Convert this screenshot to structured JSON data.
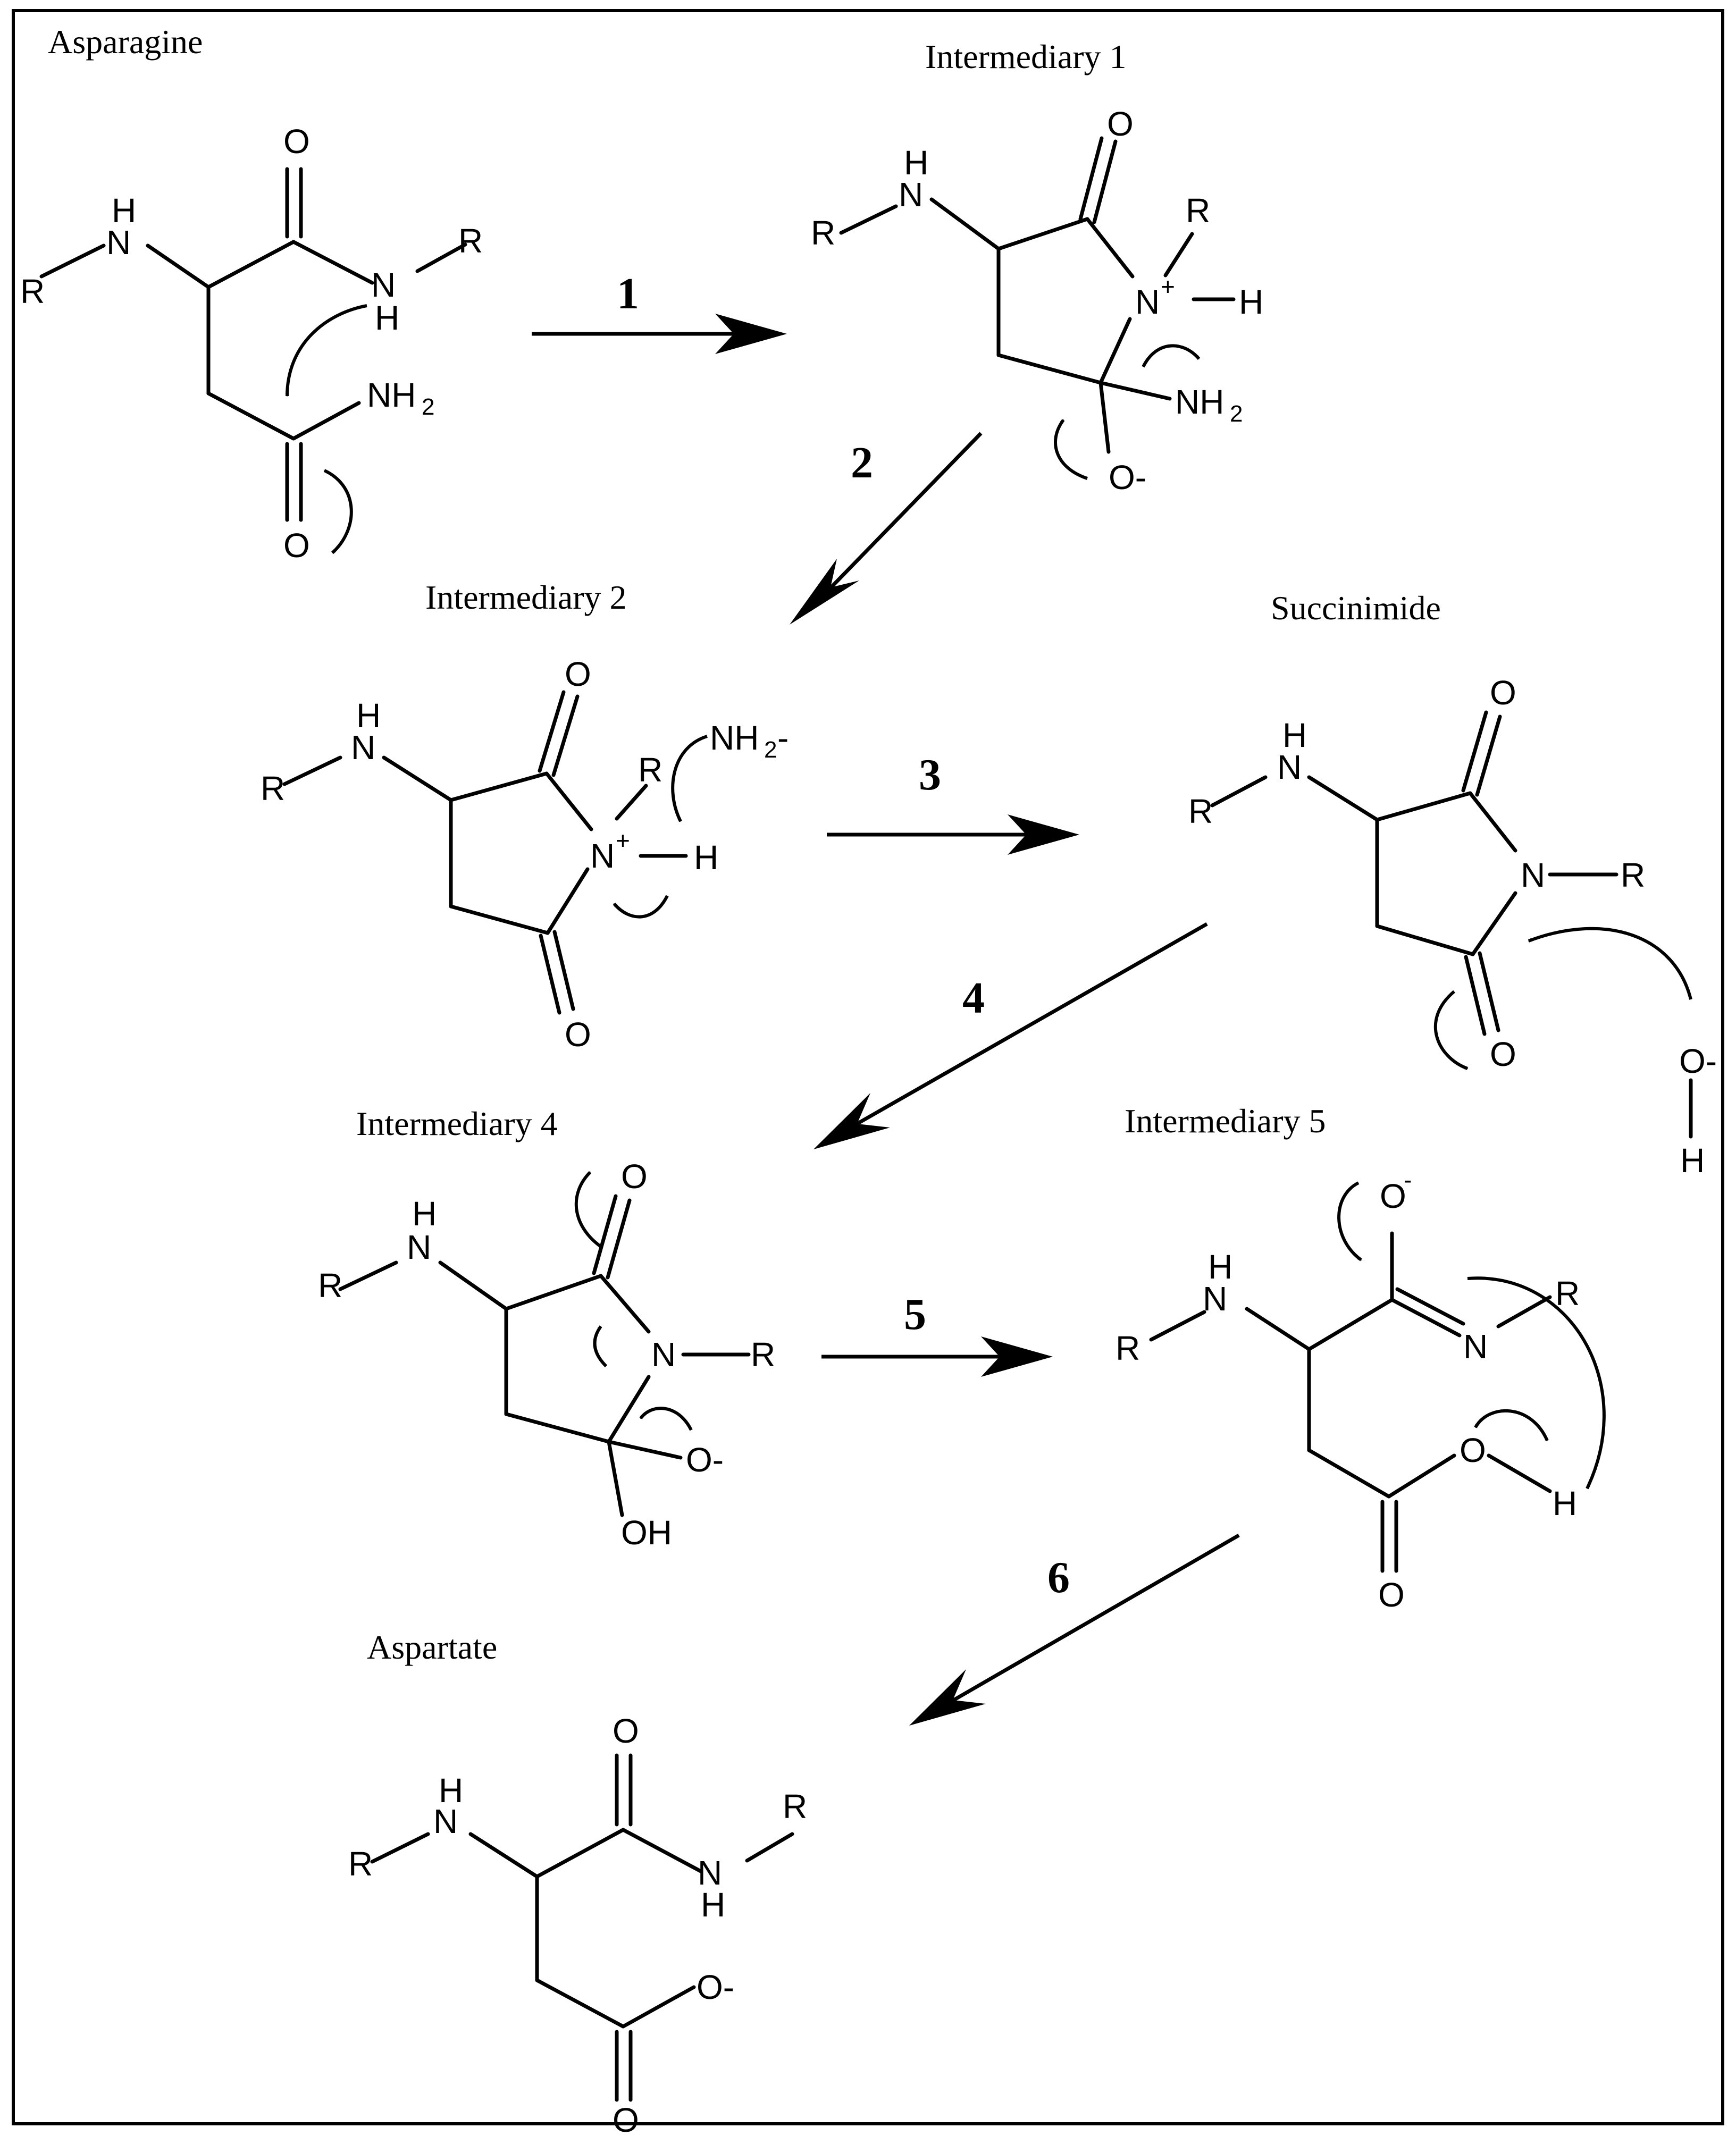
{
  "titles": {
    "asparagine": "Asparagine",
    "intermediary1": "Intermediary 1",
    "intermediary2": "Intermediary 2",
    "succinimide": "Succinimide",
    "intermediary4": "Intermediary 4",
    "intermediary5": "Intermediary 5",
    "aspartate": "Aspartate"
  },
  "steps": [
    "1",
    "2",
    "3",
    "4",
    "5",
    "6"
  ],
  "atoms": {
    "R": "R",
    "H": "H",
    "N": "N",
    "O": "O",
    "HN": "HN",
    "NH": "NH",
    "NH2_main": "NH",
    "NH2_sub": "2",
    "NH2minus_main": "NH",
    "NH2minus_sub": "2",
    "minus": "-",
    "plus": "+",
    "N_plus_main": "N",
    "O_minus": "O-",
    "OH": "OH"
  },
  "colors": {
    "ink": "#000000",
    "background": "#ffffff"
  }
}
